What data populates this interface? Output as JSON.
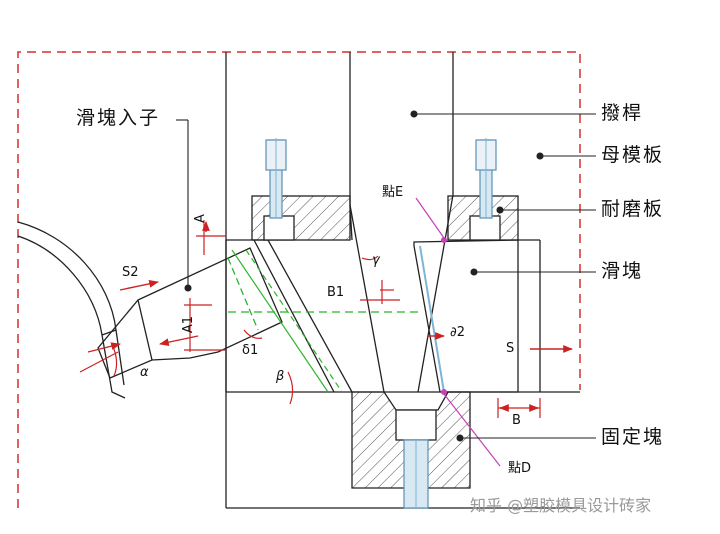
{
  "labels": {
    "slider_insert": "滑塊入子",
    "angle_pin": "撥桿",
    "cavity_plate": "母模板",
    "wear_plate": "耐磨板",
    "slider": "滑塊",
    "fixed_block": "固定塊"
  },
  "symbols": {
    "point_e": "點E",
    "point_d": "點D",
    "s2": "S2",
    "a": "A",
    "a1": "A1",
    "alpha": "α",
    "delta1": "δ1",
    "beta": "β",
    "gamma": "γ",
    "b1": "B1",
    "delta2": "∂2",
    "s": "S",
    "b": "B"
  },
  "watermark": "知乎 @塑胶模具设计砖家",
  "colors": {
    "outline": "#222222",
    "dash_red": "#d03030",
    "arrow_red": "#cc2222",
    "centerline_green": "#2bb52b",
    "pin_blue": "#7fb4d6",
    "hatch": "#444444"
  }
}
